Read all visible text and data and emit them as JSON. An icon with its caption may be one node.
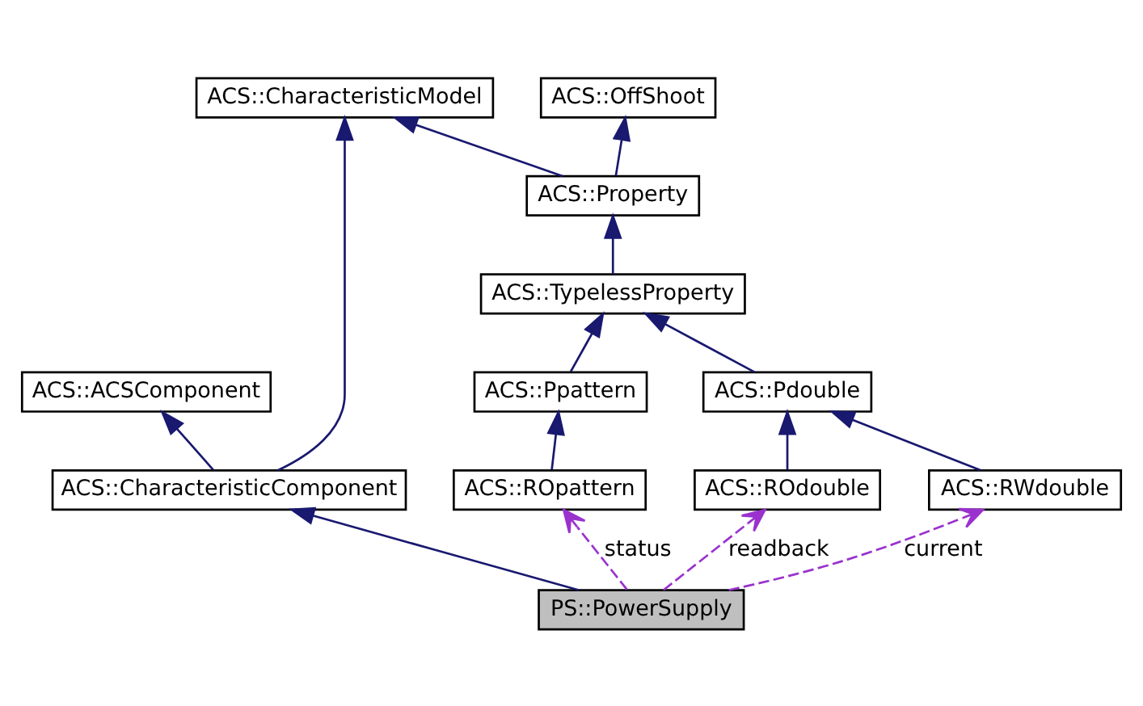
{
  "diagram": {
    "nodes": [
      {
        "text": [
          "ACS::ACSComponent"
        ]
      },
      {
        "text": [
          "ACS::CharacteristicModel"
        ]
      },
      {
        "text": [
          "ACS::OffShoot"
        ]
      },
      {
        "text": [
          "ACS::CharacteristicComponent"
        ]
      },
      {
        "text": [
          "ACS::Property"
        ]
      },
      {
        "text": [
          "ACS::TypelessProperty"
        ]
      },
      {
        "text": [
          "ACS::Ppattern"
        ]
      },
      {
        "text": [
          "ACS::Pdouble"
        ]
      },
      {
        "text": [
          "ACS::ROpattern"
        ]
      },
      {
        "text": [
          "ACS::ROdouble"
        ]
      },
      {
        "text": [
          "ACS::RWdouble"
        ]
      },
      {
        "text": [
          "PS::PowerSupply"
        ]
      }
    ],
    "edges": [
      {
        "from": 3,
        "to": 0,
        "arrow": "to"
      },
      {
        "from": 3,
        "to": 1,
        "arrow": "to"
      },
      {
        "from": 4,
        "to": 1,
        "arrow": "to"
      },
      {
        "from": 4,
        "to": 2,
        "arrow": "to"
      },
      {
        "from": 5,
        "to": 4,
        "arrow": "to"
      },
      {
        "from": 6,
        "to": 5,
        "arrow": "to"
      },
      {
        "from": 7,
        "to": 5,
        "arrow": "to"
      },
      {
        "from": 8,
        "to": 6,
        "arrow": "to"
      },
      {
        "from": 9,
        "to": 7,
        "arrow": "to"
      },
      {
        "from": 10,
        "to": 7,
        "arrow": "to"
      },
      {
        "from": 11,
        "to": 3,
        "arrow": "to"
      },
      {
        "from": 11,
        "to": 8,
        "arrow": "to",
        "label": "status",
        "style": "dashed",
        "color": "#9a32cd"
      },
      {
        "from": 11,
        "to": 9,
        "arrow": "to",
        "label": "readback",
        "style": "dashed",
        "color": "#9a32cd"
      },
      {
        "from": 11,
        "to": 10,
        "arrow": "to",
        "label": "current",
        "style": "dashed",
        "color": "#9a32cd"
      }
    ]
  }
}
